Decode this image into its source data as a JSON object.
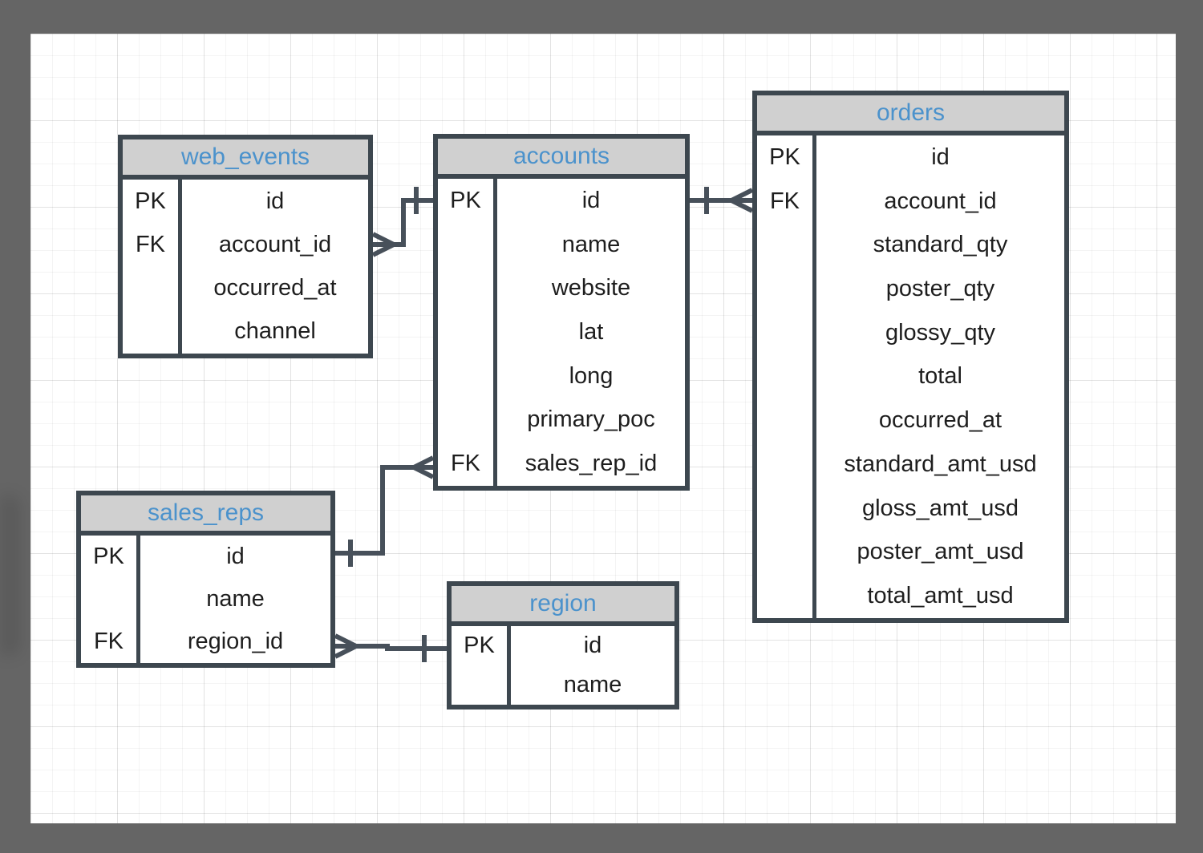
{
  "colors": {
    "frame_background": "#656565",
    "paper_background": "#ffffff",
    "table_border": "#3d474f",
    "header_fill": "#d0d0d0",
    "header_text": "#4b92cc",
    "body_text": "#1e1e1e",
    "connector": "#47505a"
  },
  "tables": [
    {
      "name": "web_events",
      "rows": [
        {
          "key": "PK",
          "field": "id"
        },
        {
          "key": "FK",
          "field": "account_id"
        },
        {
          "key": "",
          "field": "occurred_at"
        },
        {
          "key": "",
          "field": "channel"
        }
      ]
    },
    {
      "name": "accounts",
      "rows": [
        {
          "key": "PK",
          "field": "id"
        },
        {
          "key": "",
          "field": "name"
        },
        {
          "key": "",
          "field": "website"
        },
        {
          "key": "",
          "field": "lat"
        },
        {
          "key": "",
          "field": "long"
        },
        {
          "key": "",
          "field": "primary_poc"
        },
        {
          "key": "FK",
          "field": "sales_rep_id"
        }
      ]
    },
    {
      "name": "orders",
      "rows": [
        {
          "key": "PK",
          "field": "id"
        },
        {
          "key": "FK",
          "field": "account_id"
        },
        {
          "key": "",
          "field": "standard_qty"
        },
        {
          "key": "",
          "field": "poster_qty"
        },
        {
          "key": "",
          "field": "glossy_qty"
        },
        {
          "key": "",
          "field": "total"
        },
        {
          "key": "",
          "field": "occurred_at"
        },
        {
          "key": "",
          "field": "standard_amt_usd"
        },
        {
          "key": "",
          "field": "gloss_amt_usd"
        },
        {
          "key": "",
          "field": "poster_amt_usd"
        },
        {
          "key": "",
          "field": "total_amt_usd"
        }
      ]
    },
    {
      "name": "sales_reps",
      "rows": [
        {
          "key": "PK",
          "field": "id"
        },
        {
          "key": "",
          "field": "name"
        },
        {
          "key": "FK",
          "field": "region_id"
        }
      ]
    },
    {
      "name": "region",
      "rows": [
        {
          "key": "PK",
          "field": "id"
        },
        {
          "key": "",
          "field": "name"
        }
      ]
    }
  ],
  "relationships": [
    {
      "from_table": "web_events",
      "from_field": "account_id",
      "to_table": "accounts",
      "to_field": "id",
      "from_cardinality": "many",
      "to_cardinality": "one"
    },
    {
      "from_table": "orders",
      "from_field": "account_id",
      "to_table": "accounts",
      "to_field": "id",
      "from_cardinality": "many",
      "to_cardinality": "one"
    },
    {
      "from_table": "accounts",
      "from_field": "sales_rep_id",
      "to_table": "sales_reps",
      "to_field": "id",
      "from_cardinality": "many",
      "to_cardinality": "one"
    },
    {
      "from_table": "sales_reps",
      "from_field": "region_id",
      "to_table": "region",
      "to_field": "id",
      "from_cardinality": "many",
      "to_cardinality": "one"
    }
  ]
}
